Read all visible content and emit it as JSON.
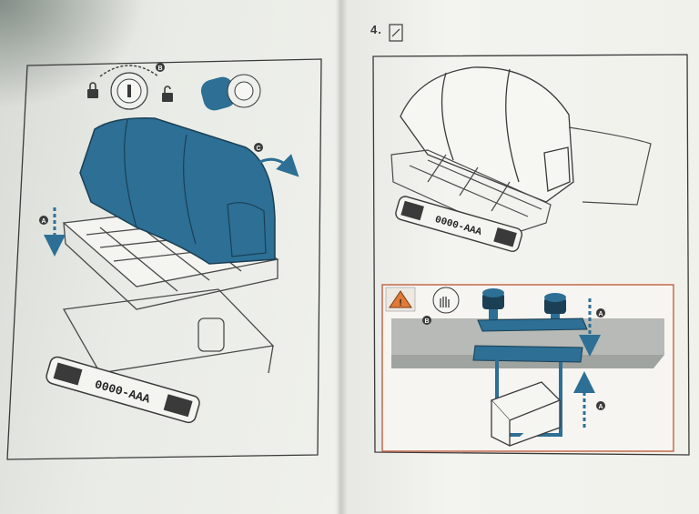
{
  "step": {
    "number": "4."
  },
  "callouts": {
    "a": "A",
    "b": "B",
    "c": "C"
  },
  "plate": {
    "text": "0000-AAA"
  },
  "icons": [
    "lock-icon",
    "unlock-icon",
    "key-icon",
    "warning-icon",
    "hand-icon",
    "page-icon"
  ],
  "colors": {
    "accent_blue": "#2d6f95",
    "frame_orange": "#c46a4b",
    "warning_orange": "#e07b39"
  }
}
